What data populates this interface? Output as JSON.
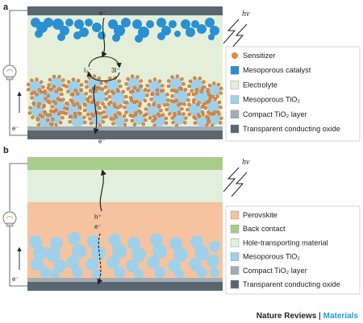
{
  "colors": {
    "tco": "#5a6770",
    "compact": "#a4adb4",
    "tio2": "#9fd0ea",
    "catalyst": "#2a8fd3",
    "sensitizer": "#e8893a",
    "electrolyte": "#e4efd9",
    "perovskite": "#f5c39f",
    "htm": "#e2efdc",
    "back": "#a7cd8a"
  },
  "panel_a": {
    "letter": "a",
    "hv": "hv",
    "electron_top": "e⁻",
    "electron_bottom": "e⁻",
    "electron_external": "e⁻",
    "iodide": "I₃⁻",
    "triiodide": "3I⁻",
    "legend": [
      {
        "label": "Sensitizer",
        "swatch": "sensitizer",
        "shape": "circle"
      },
      {
        "label": "Mesoporous catalyst",
        "swatch": "catalyst"
      },
      {
        "label": "Electrolyte",
        "swatch": "electrolyte"
      },
      {
        "label": "Mesoporous TiO₂",
        "swatch": "tio2"
      },
      {
        "label": "Compact TiO₂ layer",
        "swatch": "compact"
      },
      {
        "label": "Transparent conducting oxide",
        "swatch": "tco"
      }
    ]
  },
  "panel_b": {
    "letter": "b",
    "hv": "hv",
    "hole": "h⁺",
    "electron": "e⁻",
    "electron_external": "e⁻",
    "legend": [
      {
        "label": "Perovskite",
        "swatch": "perovskite"
      },
      {
        "label": "Back contact",
        "swatch": "back"
      },
      {
        "label": "Hole-transporting material",
        "swatch": "htm"
      },
      {
        "label": "Mesoporous TiO₂",
        "swatch": "tio2"
      },
      {
        "label": "Compact TiO₂ layer",
        "swatch": "compact"
      },
      {
        "label": "Transparent conducting oxide",
        "swatch": "tco"
      }
    ]
  },
  "footer": {
    "journal": "Nature Reviews",
    "separator": " | ",
    "section": "Materials"
  }
}
